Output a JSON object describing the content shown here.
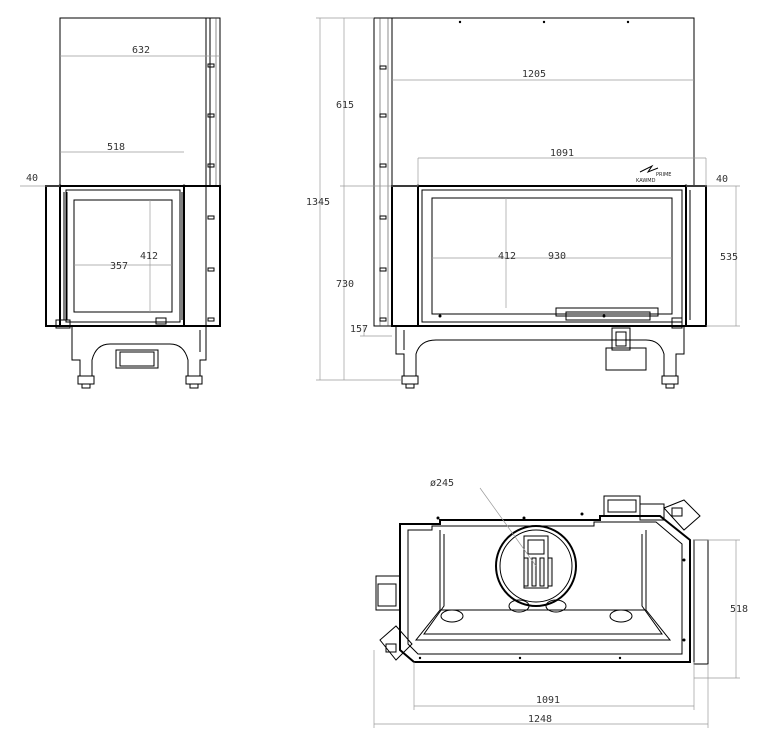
{
  "dimensions": {
    "front_width": "632",
    "front_door_width": "518",
    "front_margin": "40",
    "front_height_412": "412",
    "front_door_inner": "357",
    "side_total_height": "1345",
    "side_upper": "615",
    "side_lower": "730",
    "side_base": "157",
    "side_width_1205": "1205",
    "side_width_1091": "1091",
    "side_margin": "40",
    "side_glass_height": "412",
    "side_glass_width": "930",
    "side_height_535": "535",
    "top_flue": "ø245",
    "top_depth": "518",
    "top_width_1091": "1091",
    "top_width_1248": "1248"
  },
  "logo": {
    "text": "PRIME",
    "subtext": "KAWMD"
  }
}
